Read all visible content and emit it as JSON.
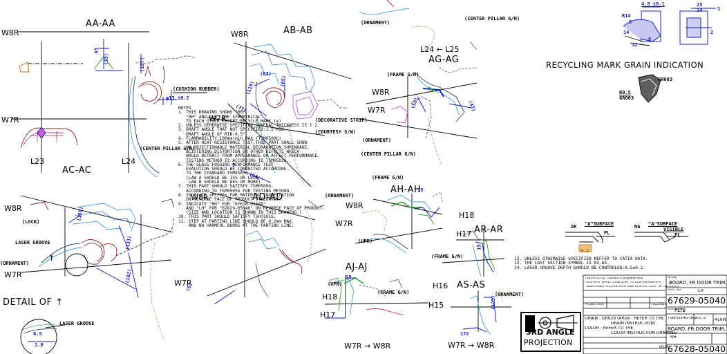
{
  "sections": {
    "aa": "AA-AA",
    "ab": "AB-AB",
    "ag": "AG-AG",
    "ac": "AC-AC",
    "ad": "AD-AD",
    "ah": "AH-AH",
    "ar": "AR-AR",
    "aj": "AJ-AJ",
    "as": "AS-AS",
    "detail": "DETAIL OF ↑"
  },
  "refs": {
    "w8r": "W8R",
    "w7r": "W7R",
    "l23": "L23",
    "l24": "L24",
    "l25": "L25",
    "l24_l25": "L24 ← L25",
    "h18": "H18",
    "h17": "H17",
    "h16": "H16",
    "h15": "H15",
    "w7r_w8r": "W7R → W8R",
    "up_arrow": "↑"
  },
  "callouts": {
    "center_pillar": "(CENTER PILLAR G/N)",
    "ornament": "(ORNAMENT)",
    "cushion_rubber": "(CUSHION RUBBER)",
    "decorative_strip": "(DECORATIVE STRIP)",
    "courtesy": "(COURTESY S/W)",
    "frame": "(FRAME G/N)",
    "lock": "(LOCK)",
    "laser_groove": "LASER GROOVE",
    "upr": "(UPR)",
    "phi13": "φ13 ±0.2"
  },
  "dims": {
    "d43": "43",
    "d33": "(33)",
    "d107": "(107)",
    "d63": "(63)",
    "d118": "(118)",
    "d65": "(65)",
    "d77": "(77)",
    "d9": "9",
    "d64": "(64)",
    "d52": "(52)",
    "d45": "(45)",
    "d15": "15",
    "d15b": "15",
    "d151": "(151)",
    "d133": "(133)",
    "d182": "(182)",
    "d6": "(6)",
    "d18": "18",
    "d172": "172",
    "d05": "0.5",
    "d18b": "1.8",
    "d125": "(125)"
  },
  "recycling": {
    "title": "RECYCLING MARK GRAIN INDICATION",
    "grade": "GR003",
    "rough": "R0.5",
    "rough_grade": "GR003",
    "d48": "4.8 ±0.1",
    "d25": "25",
    "d14": "14",
    "d1": "1",
    "r14": "R14",
    "r5": "5",
    "d8": "8",
    "d32": "32",
    "r2": "2"
  },
  "notes": {
    "heading": "NOTES",
    "lines": [
      "1. THIS DRAWING SHOWS \"RH\".",
      "   \"RH\" AND \"LH\" ARE SYMMETRICAL",
      "   TO EACH OTHER EXCEPT RECYCLE MARK.(⊕)",
      "2. UNLESS OTHERWISE SPECIFIED,GENERAL THICKNESS IS t 2.",
      "3. DRAFT ANGLE THAT NOT SPECIFIED:1.5°MIN.",
      "   DRAFT ANGLE OF RIB:0.5°",
      "4. FLAMMABILITY:100mm/min MAX.(TSM0500G)",
      "5. AFTER HEAT RESISTANCE TEST,THIS PART SHALL SHOW",
      "   NO OBJECTIONABLE MATERIAL DEGRADATION,SHRINKAGE,",
      "   BLISTERING,DISTORTION OR OTHER DEFECTS WHICH",
      "   WOULD DETRACT FROM APPEARANCE OR AFFECT PERFORMANCE.",
      "   TESTING METHOD IS ACCORDING TO TSM0502G.",
      "6. THE GLASS FOGGING PERFORMANCE TEST",
      "   EVALUTION SHOULD BE CONDUCTED ACCORDING",
      "   TO THE STANDARD TSM0503G.",
      "   (LAW A SHOULD BE 15% OR LESS ;",
      "    LAW B SHOULD BE 85% OR MORE)",
      "7. THIS PART SHOULD SATISFY TSM0505G.",
      "   ACCORDING TO TSM0505G FOR TESTING METHOD.",
      "8. INDICATE >PP/PE< FOR MATERIAL INDIFICATION",
      "   ON REVERSE FACE OF PRODUCT (TSZ6005G).",
      "9. INDICATE \"RH\" FOR \"67628-05040\"",
      "   AND \"LH\" FOR \"67629-05040\" ON REVERSE FACE OF PRODUCT.",
      "   (SIZE AND LOCATION IS SHOWN IN THIS DRAWING.)",
      "10. THIS PART SHOULD SATISFY TSH3101G.",
      "11. STEP AT PARTING LINE SHOULD BE 0.2mm MAX.",
      "    AND NO HARMFUL BURRS AT THE PARTING LINE."
    ],
    "ok": "OK",
    "ng": "NG",
    "a_surface": "\"A\"SURFACE",
    "visible": "VISIBLE",
    "pl": "PL",
    "d02": "0.2",
    "lines2": [
      "12. UNLESS OTHERWISE SPECIFIED REFFER TO CATIA DATA.",
      "13. THE LAST SECTION SYMBOL IS AS-AS.",
      "14. LASER GROOVE DEPTH SHOULD BE CONTROLED:0.5±0.2."
    ]
  },
  "projection": {
    "line1": "3RD ANGLE",
    "line2": "PROJECTION"
  },
  "title_block": {
    "note1": "TSZ0001G 及 TSZ0001G 関連規格 適用",
    "note2": "THIS PART SHALL CONFORM TO SUB-PARAGRAPH",
    "note3": "\"SUBSTANCE PROHIBITION AND RESTRICTION\" IN TSZ0001G.",
    "std": "TSZ2001G",
    "proj": "PROJECTION",
    "grain": "GRAIN : GR029 (AREA : REFER TO THE",
    "grain2": "GRAIN INSTRUCTION)",
    "color": "COLOR : REFER TO THE",
    "color2": "COLOR INSTRUCTION DRAWING",
    "name_label": "NAME",
    "name": "BOARD, FR DOOR TRIM,",
    "part_label": "PART NO.",
    "part_no": "67629-05040",
    "lh": "LH",
    "mat_label": "MATERIAL",
    "material": "PLTB",
    "std_label": "STANDARD",
    "std_no": "TSM5514G-3AL",
    "wgt": "+2, 3",
    "scale": "410W",
    "name2": "BOARD, FR DOOR TRIM,",
    "rh": "RH",
    "part_no2": "67628-05040",
    "sheet": "DOB"
  }
}
